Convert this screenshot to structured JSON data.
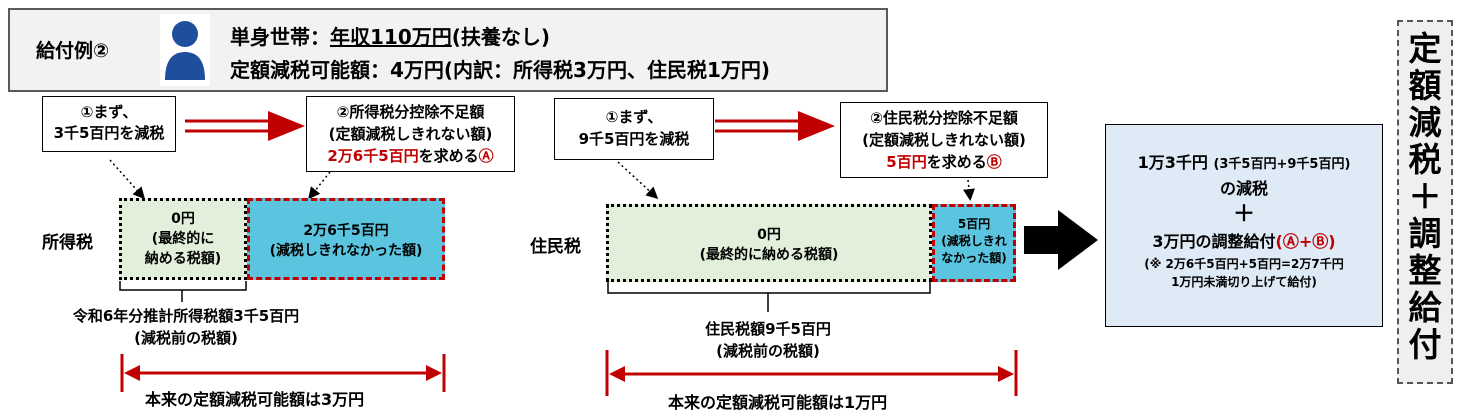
{
  "header": {
    "example_label": "給付例②",
    "line1_prefix": "単身世帯：",
    "line1_income": "年収110万円",
    "line1_suffix": "(扶養なし)",
    "line2": "定額減税可能額：4万円(内訳：所得税3万円、住民税1万円)"
  },
  "income_tax": {
    "label": "所得税",
    "step1": [
      "①まず、",
      "3千5百円を減税"
    ],
    "step2_lines": [
      "②所得税分控除不足額",
      "(定額減税しきれない額)"
    ],
    "step2_amount": "2万6千5百円",
    "step2_tail": "を求める",
    "step2_mark": "Ⓐ",
    "zero_lines": [
      "0円",
      "(最終的に",
      "納める税額)"
    ],
    "rem_lines": [
      "2万6千5百円",
      "(減税しきれなかった額)"
    ],
    "estimate_lines": [
      "令和6年分推計所得税額3千5百円",
      "(減税前の税額)"
    ],
    "possible": "本来の定額減税可能額は3万円"
  },
  "resident_tax": {
    "label": "住民税",
    "step1": [
      "①まず、",
      "9千5百円を減税"
    ],
    "step2_lines": [
      "②住民税分控除不足額",
      "(定額減税しきれない額)"
    ],
    "step2_amount": "5百円",
    "step2_tail": "を求める",
    "step2_mark": "Ⓑ",
    "zero_lines": [
      "0円",
      "(最終的に納める税額)"
    ],
    "rem_lines": [
      "5百円",
      "(減税しきれ",
      "なかった額)"
    ],
    "estimate_lines": [
      "住民税額9千5百円",
      "(減税前の税額)"
    ],
    "possible": "本来の定額減税可能額は1万円"
  },
  "result": {
    "line1_main": "1万3千円",
    "line1_detail": "(3千5百円+9千5百円)",
    "line2": "の減税",
    "plus": "＋",
    "line3_main": "3万円の調整給付",
    "line3_mark": "(Ⓐ+Ⓑ)",
    "note1": "(※ 2万6千5百円+5百円=2万7千円",
    "note2": "1万円未満切り上げて給付)"
  },
  "side_label": "定額減税＋調整給付",
  "colors": {
    "accent_red": "#c00000",
    "remaining_blue": "#5bc5e0",
    "final_green": "#e2efda",
    "result_blue": "#deeaf6",
    "person_blue": "#1f4e9c"
  }
}
